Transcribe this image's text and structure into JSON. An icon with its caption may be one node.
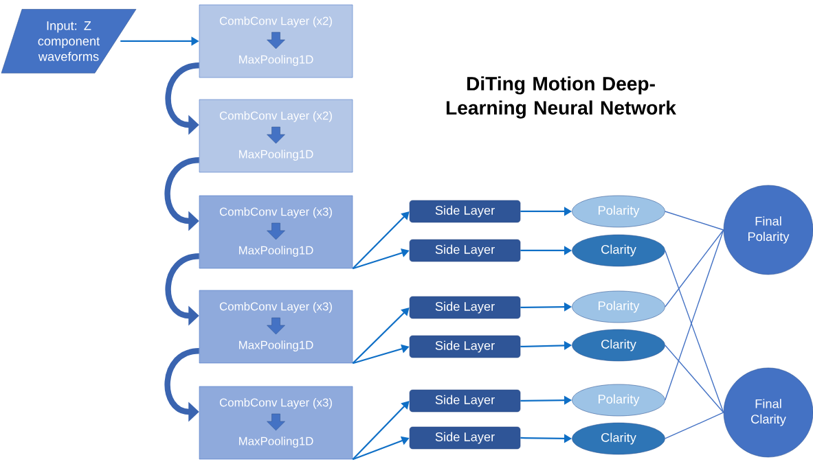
{
  "diagram": {
    "title": "DiTing Motion Deep-Learning Neural Network",
    "nodes": [
      {
        "text": [
          "Input: Z component waveforms"
        ]
      },
      {
        "text": [
          "CombConv Layer (x2)",
          "MaxPooling1D"
        ]
      },
      {
        "text": [
          "CombConv Layer (x2)",
          "MaxPooling1D"
        ]
      },
      {
        "text": [
          "CombConv Layer (x3)",
          "MaxPooling1D"
        ]
      },
      {
        "text": [
          "CombConv Layer (x3)",
          "MaxPooling1D"
        ]
      },
      {
        "text": [
          "CombConv Layer (x3)",
          "MaxPooling1D"
        ]
      },
      {
        "text": [
          "Side Layer"
        ]
      },
      {
        "text": [
          "Side Layer"
        ]
      },
      {
        "text": [
          "Side Layer"
        ]
      },
      {
        "text": [
          "Side Layer"
        ]
      },
      {
        "text": [
          "Side Layer"
        ]
      },
      {
        "text": [
          "Side Layer"
        ]
      },
      {
        "text": [
          "Polarity"
        ]
      },
      {
        "text": [
          "Clarity"
        ]
      },
      {
        "text": [
          "Polarity"
        ]
      },
      {
        "text": [
          "Clarity"
        ]
      },
      {
        "text": [
          "Polarity"
        ]
      },
      {
        "text": [
          "Clarity"
        ]
      },
      {
        "text": [
          "Final Polarity"
        ]
      },
      {
        "text": [
          "Final Clarity"
        ]
      }
    ],
    "edges": [
      {
        "from": 0,
        "to": 1,
        "arrow": "to"
      },
      {
        "from": 1,
        "to": 2,
        "arrow": "to",
        "style": "thick",
        "color": "#3a64b0"
      },
      {
        "from": 2,
        "to": 3,
        "arrow": "to",
        "style": "thick",
        "color": "#3a64b0"
      },
      {
        "from": 3,
        "to": 4,
        "arrow": "to",
        "style": "thick",
        "color": "#3a64b0"
      },
      {
        "from": 4,
        "to": 5,
        "arrow": "to",
        "style": "thick",
        "color": "#3a64b0"
      },
      {
        "from": 3,
        "to": 6,
        "arrow": "to"
      },
      {
        "from": 3,
        "to": 7,
        "arrow": "to"
      },
      {
        "from": 4,
        "to": 8,
        "arrow": "to"
      },
      {
        "from": 4,
        "to": 9,
        "arrow": "to"
      },
      {
        "from": 5,
        "to": 10,
        "arrow": "to"
      },
      {
        "from": 5,
        "to": 11,
        "arrow": "to"
      },
      {
        "from": 6,
        "to": 12,
        "arrow": "to"
      },
      {
        "from": 7,
        "to": 13,
        "arrow": "to"
      },
      {
        "from": 8,
        "to": 14,
        "arrow": "to"
      },
      {
        "from": 9,
        "to": 15,
        "arrow": "to"
      },
      {
        "from": 10,
        "to": 16,
        "arrow": "to"
      },
      {
        "from": 11,
        "to": 17,
        "arrow": "to"
      },
      {
        "from": 12,
        "to": 18,
        "arrow": "none",
        "color": "#4472c4"
      },
      {
        "from": 14,
        "to": 18,
        "arrow": "none",
        "color": "#4472c4"
      },
      {
        "from": 16,
        "to": 18,
        "arrow": "none",
        "color": "#4472c4"
      },
      {
        "from": 13,
        "to": 19,
        "arrow": "none",
        "color": "#4472c4"
      },
      {
        "from": 15,
        "to": 19,
        "arrow": "none",
        "color": "#4472c4"
      },
      {
        "from": 17,
        "to": 19,
        "arrow": "none",
        "color": "#4472c4"
      }
    ]
  }
}
